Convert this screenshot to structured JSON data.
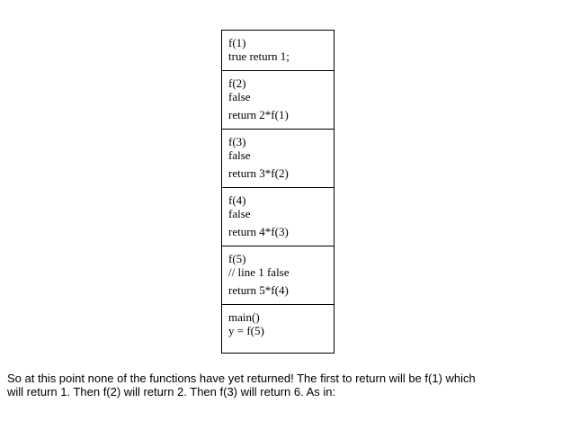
{
  "stack_frames": [
    {
      "lines": [
        "f(1)",
        "true return 1;"
      ]
    },
    {
      "lines": [
        "f(2)",
        "false",
        "return 2*f(1)"
      ]
    },
    {
      "lines": [
        "f(3)",
        "false",
        "return 3*f(2)"
      ]
    },
    {
      "lines": [
        "f(4)",
        "false",
        "return 4*f(3)"
      ]
    },
    {
      "lines": [
        "f(5)",
        "// line 1 false",
        "return 5*f(4)"
      ]
    },
    {
      "lines": [
        "main()",
        "y = f(5)"
      ]
    }
  ],
  "caption": {
    "line1": "So at this point none of the functions have yet returned!  The first to return will be f(1) which",
    "line2": "will return 1.  Then f(2) will return 2. Then f(3) will return 6.  As in:"
  }
}
